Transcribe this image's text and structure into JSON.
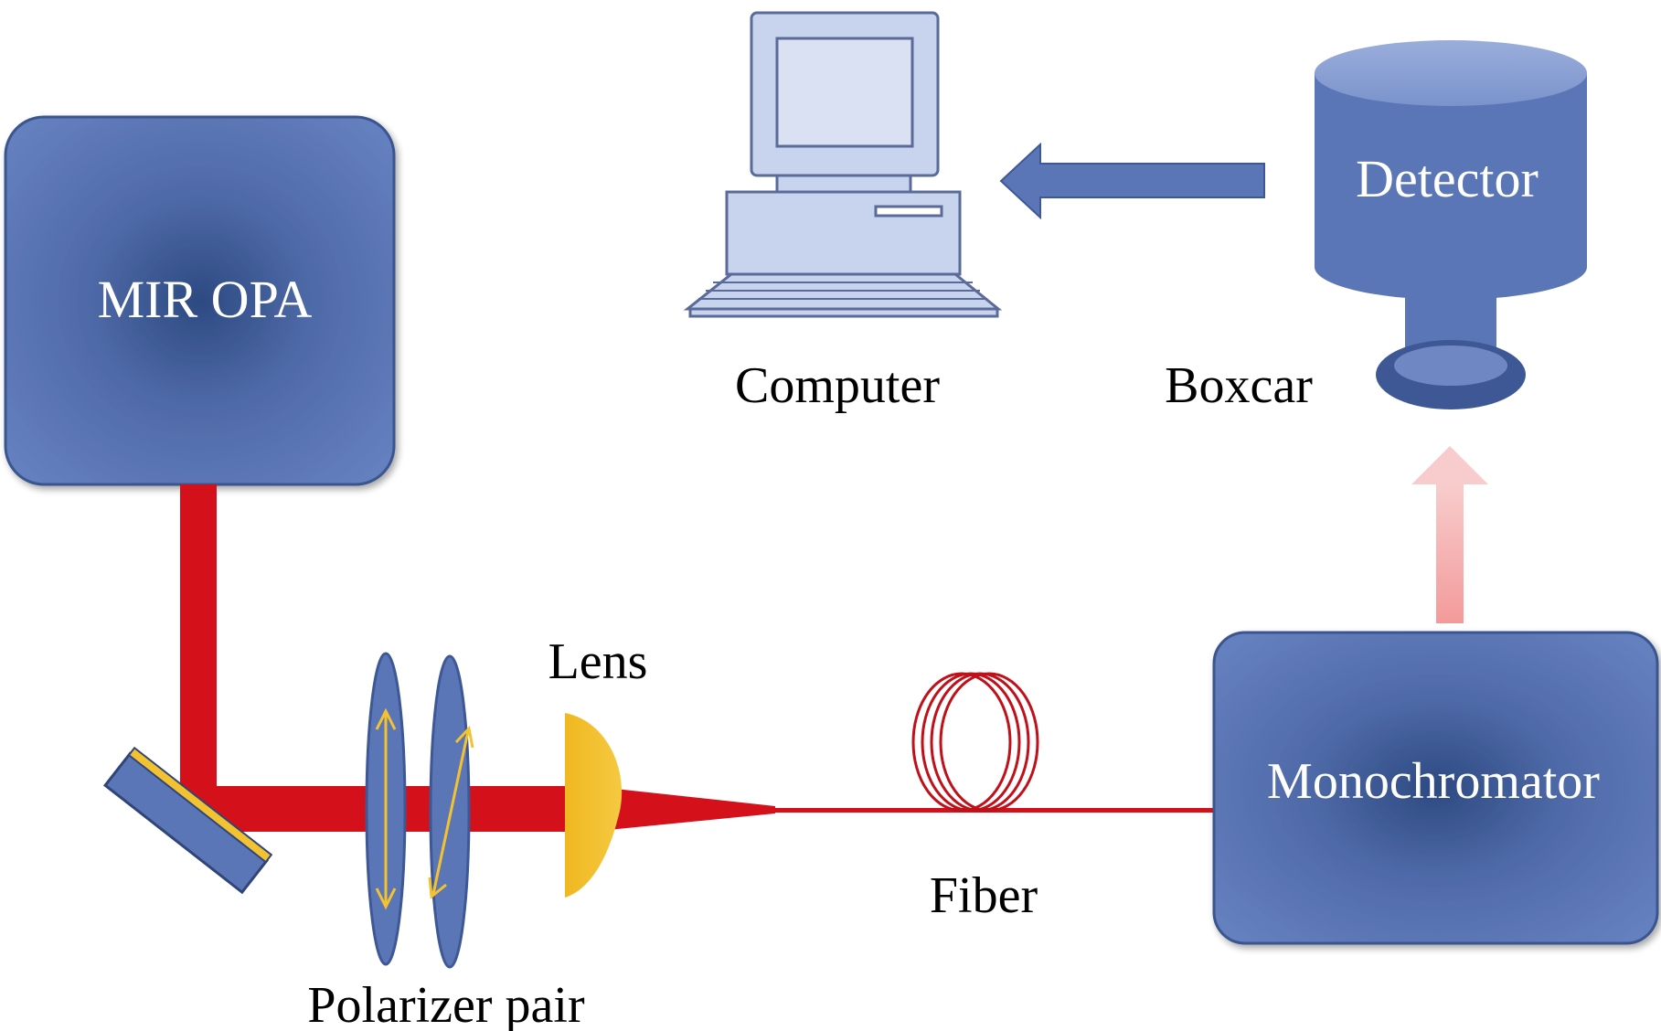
{
  "labels": {
    "mir_opa": "MIR OPA",
    "detector": "Detector",
    "monochromator": "Monochromator",
    "computer": "Computer",
    "boxcar": "Boxcar",
    "lens": "Lens",
    "fiber": "Fiber",
    "polarizer_pair": "Polarizer pair"
  },
  "colors": {
    "device_blue": "#5b76b6",
    "device_blue_dark": "#3e5896",
    "device_blue_light": "#7d96cf",
    "beam_red": "#d4111b",
    "signal_arrow": "#f2a3a3",
    "optic_yellow": "#f2c230",
    "computer_fill": "#c8d3ee",
    "text_black": "#000000",
    "text_white": "#ffffff"
  },
  "icons": {
    "computer": "computer-icon",
    "detector": "detector-icon",
    "mirror": "mirror-icon",
    "fiber_coil": "fiber-coil-icon",
    "lens": "lens-icon"
  }
}
